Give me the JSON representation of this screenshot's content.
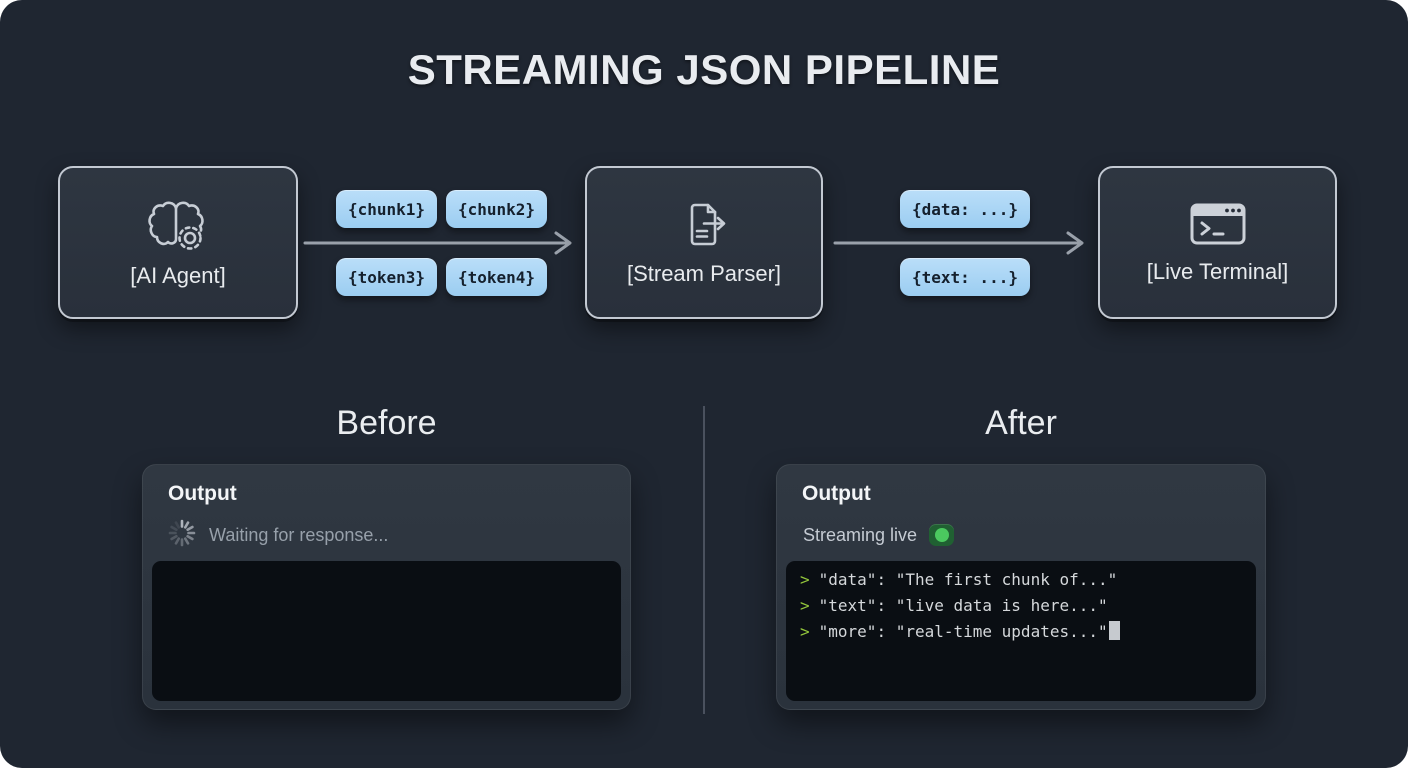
{
  "title": "STREAMING JSON PIPELINE",
  "pipeline": {
    "nodes": [
      {
        "label": "[AI Agent]",
        "icon": "brain-gear-icon"
      },
      {
        "label": "[Stream Parser]",
        "icon": "document-arrow-icon"
      },
      {
        "label": "[Live Terminal]",
        "icon": "terminal-window-icon"
      }
    ],
    "stage1_chips": [
      "{chunk1}",
      "{chunk2}",
      "{token3}",
      "{token4}"
    ],
    "stage2_chips": [
      "{data: ...}",
      "{text: ...}"
    ]
  },
  "before": {
    "heading": "Before",
    "panel_title": "Output",
    "status_text": "Waiting for response..."
  },
  "after": {
    "heading": "After",
    "panel_title": "Output",
    "status_text": "Streaming live",
    "terminal": {
      "lines": [
        {
          "prompt": ">",
          "text": "\"data\": \"The first chunk of...\""
        },
        {
          "prompt": ">",
          "text": "\"text\": \"live data is here...\""
        },
        {
          "prompt": ">",
          "text": "\"more\": \"real-time updates...\""
        }
      ]
    }
  },
  "colors": {
    "background": "#1f2631",
    "node_border": "#c3c9d2",
    "chip_bg": "#a9d5f6",
    "chip_text": "#15202d",
    "arrow": "#9aa1ab",
    "prompt_green": "#93c53b",
    "live_dot": "#4bc95f",
    "badge_bg": "#206032",
    "terminal_bg": "#0a0e13"
  }
}
